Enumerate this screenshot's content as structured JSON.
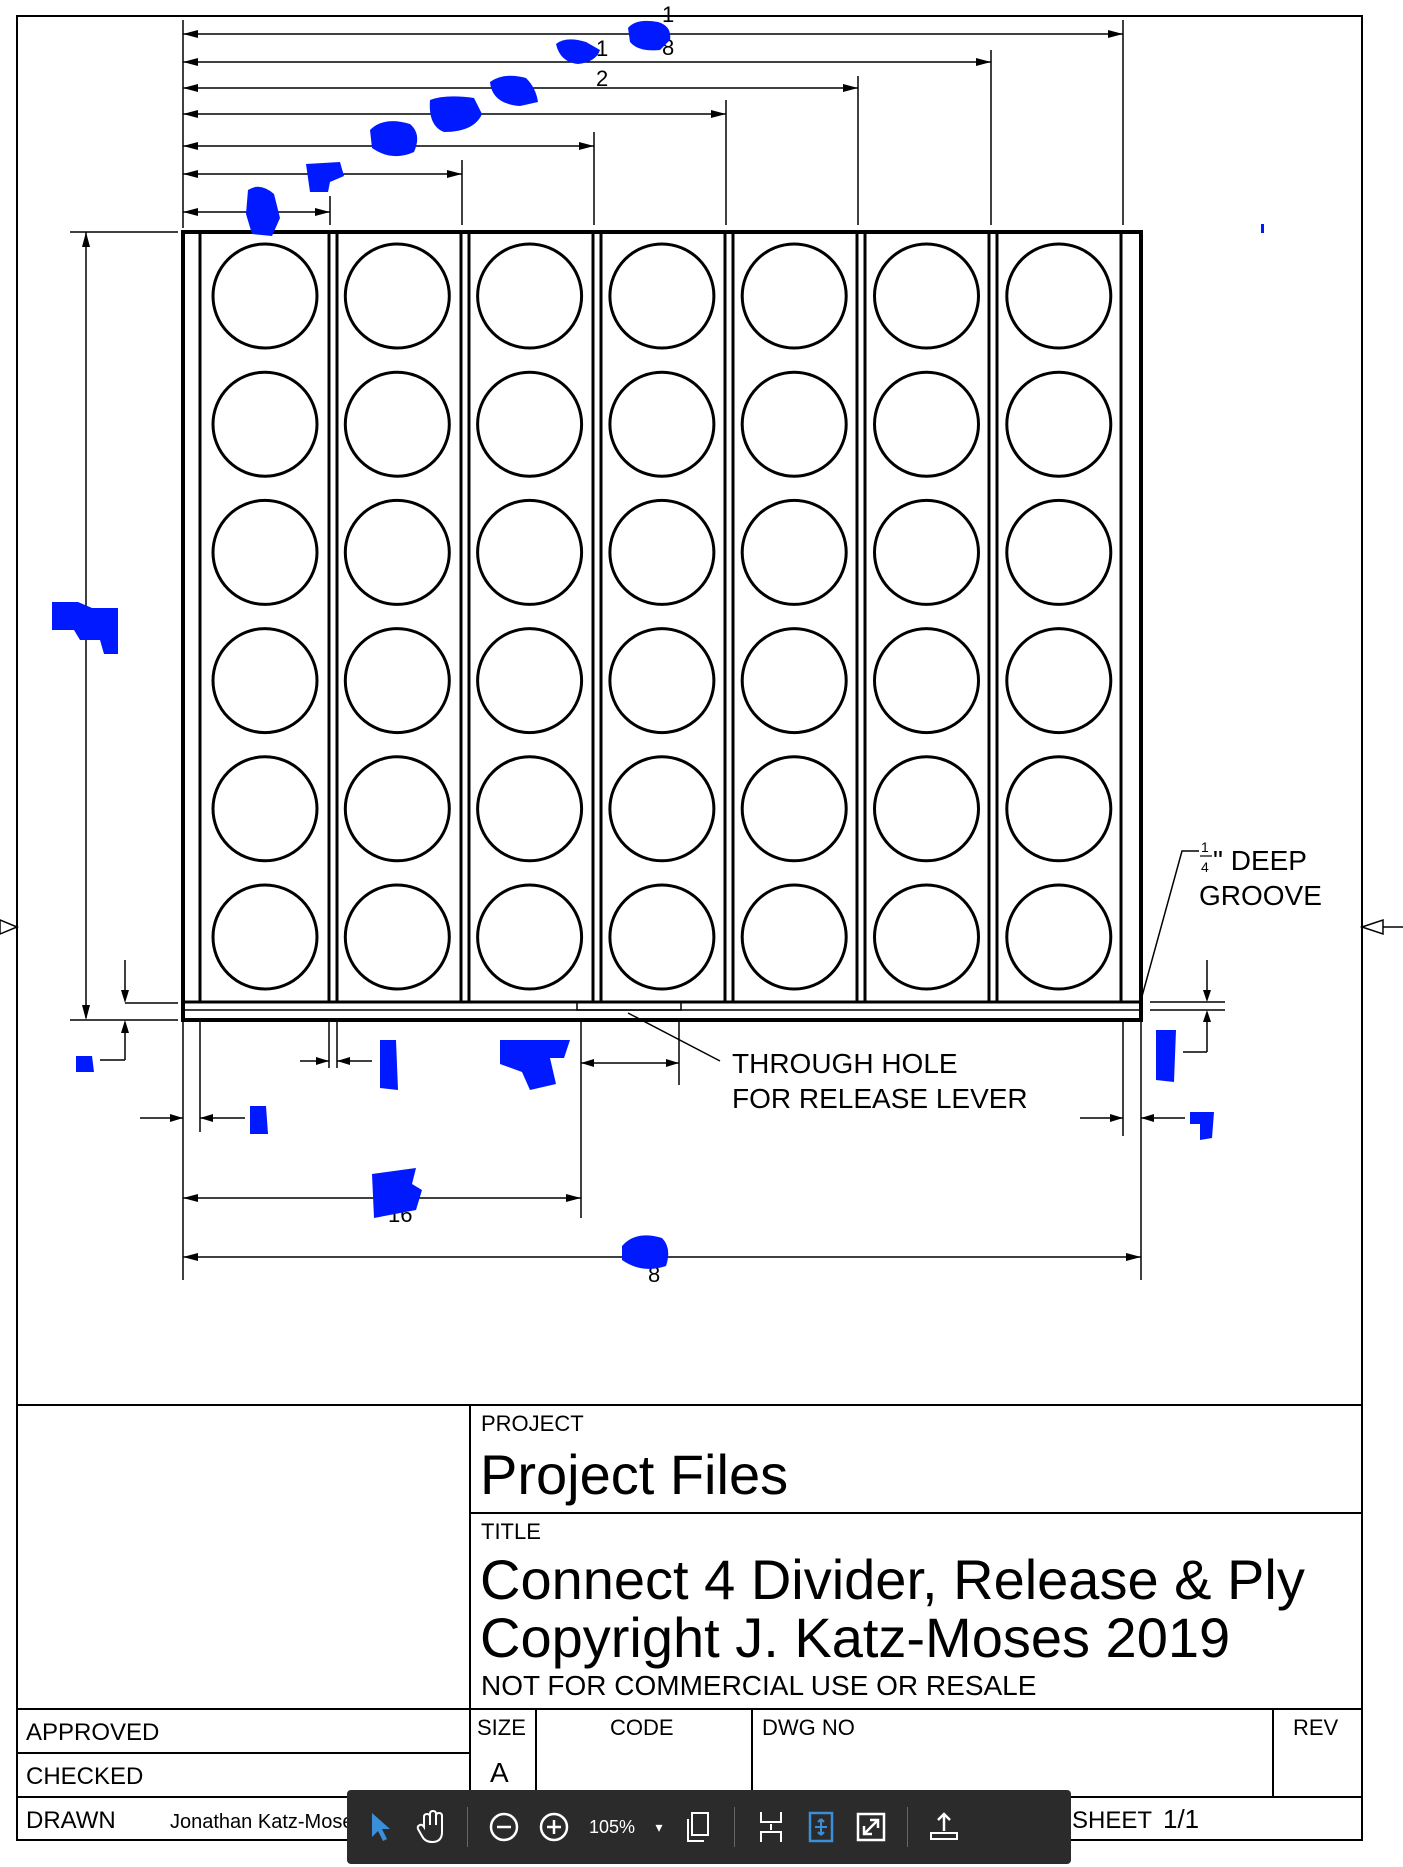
{
  "drawing": {
    "notes": {
      "groove": {
        "fraction_num": "1",
        "fraction_den": "4",
        "line1": "\" DEEP",
        "line2": "GROOVE"
      },
      "through_hole": {
        "line1": "THROUGH HOLE",
        "line2": "FOR RELEASE LEVER"
      }
    },
    "dims": {
      "top_fraction_num": "1",
      "top_fraction_den": "8",
      "frac_1_2": "1",
      "frac_1_2b": "2",
      "bottom_8": "8",
      "bottom_16": "16"
    },
    "grid": {
      "columns": 7,
      "rows": 6
    }
  },
  "title_block": {
    "project_label": "PROJECT",
    "project_value": "Project Files",
    "title_label": "TITLE",
    "title_line1": "Connect 4 Divider, Release & Ply",
    "title_line2": "Copyright J. Katz-Moses 2019",
    "title_line3": "NOT FOR COMMERCIAL USE OR RESALE",
    "approved_label": "APPROVED",
    "checked_label": "CHECKED",
    "drawn_label": "DRAWN",
    "drawn_value": "Jonathan Katz-Moses",
    "size_label": "SIZE",
    "size_value": "A",
    "code_label": "CODE",
    "dwg_no_label": "DWG NO",
    "rev_label": "REV",
    "sheet_label": "SHEET",
    "sheet_value": "1/1"
  },
  "toolbar": {
    "zoom": "105%",
    "icons": [
      "select-arrow-icon",
      "hand-pan-icon",
      "zoom-out-icon",
      "zoom-in-icon",
      "copy-pages-icon",
      "fit-height-icon",
      "fit-page-icon",
      "fullscreen-icon",
      "share-upload-icon"
    ],
    "accent": "#3b8fd9"
  },
  "colors": {
    "redaction": "#0019ff",
    "line": "#000000"
  }
}
